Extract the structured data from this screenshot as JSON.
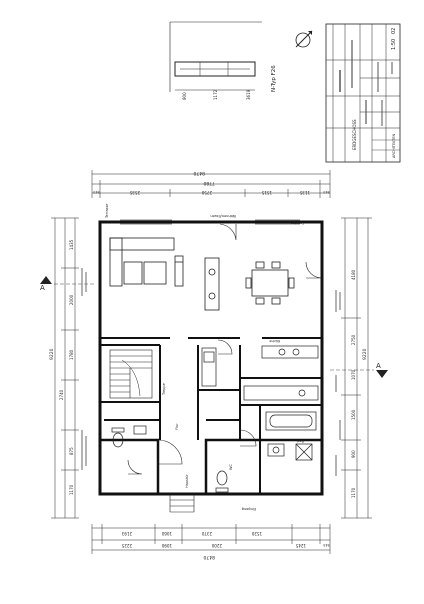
{
  "dims": {
    "top_total": "8470",
    "top_mid": "7780",
    "top_left": "345",
    "top_right": "345",
    "top_a": "2535",
    "top_b": "2750",
    "top_c": "1515",
    "top_d": "1135",
    "bottom_total": "8470",
    "bottom_a": "2225",
    "bottom_b": "1090",
    "bottom_c": "2200",
    "bottom_d": "1245",
    "bottom_e": "345",
    "bottom_f": "2193",
    "bottom_g": "1060",
    "bottom_h": "2370",
    "bottom_i": "1520",
    "left_total": "9220",
    "left_a": "1435",
    "left_b": "2000",
    "left_c": "1780",
    "left_d": "2740",
    "left_e": "875",
    "left_f": "1170",
    "right_total": "9220",
    "right_a": "4180",
    "right_b": "2750",
    "right_c": "1500",
    "right_d": "1070",
    "right_e": "900",
    "right_f": "1170",
    "inset_a": "3619",
    "inset_b": "1172",
    "inset_c": "900"
  },
  "labels": {
    "section_mark": "A",
    "inset_title": "N-Typ F26",
    "title_block": [
      "ERDGESCHOSS",
      "1:50",
      "02",
      "ARCHITEKTEN"
    ],
    "room_living": "Wohnen/Essen",
    "room_kitchen": "Küche",
    "room_bath": "Bad",
    "room_wc": "WC",
    "room_entry": "Eingang",
    "room_hall": "Flur",
    "stair": "Treppe",
    "note_terrace": "Terrasse",
    "note_window": "Fenster",
    "door_note": "Haustür"
  },
  "colors": {
    "line": "#1a1a1a",
    "light": "#777777"
  }
}
